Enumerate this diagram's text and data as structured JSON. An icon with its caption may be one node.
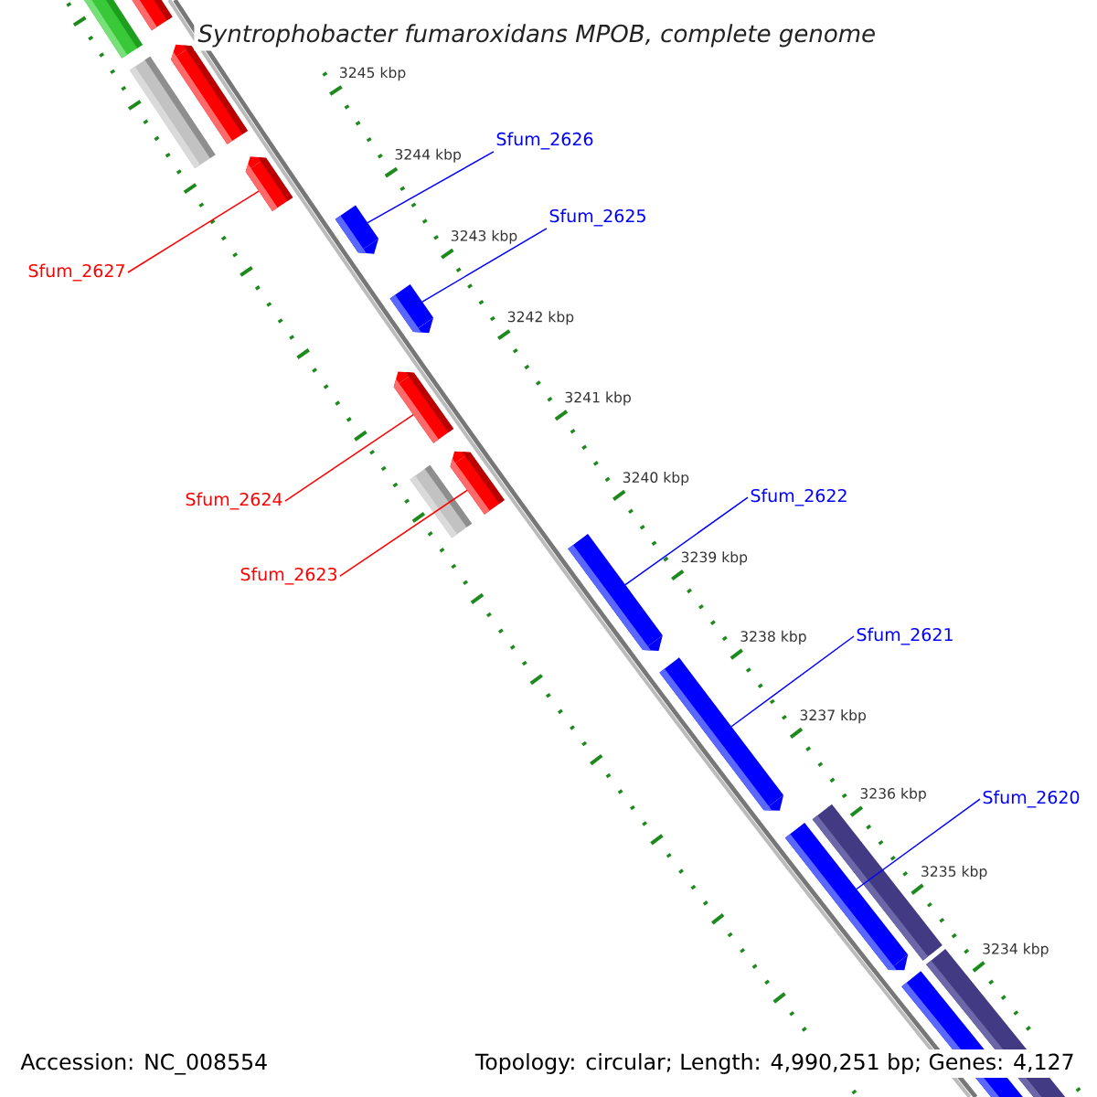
{
  "diagram": {
    "title": "Syntrophobacter fumaroxidans MPOB, complete genome",
    "nodes": [
      {
        "text": [
          "Sfum_2626"
        ]
      },
      {
        "text": [
          "Sfum_2625"
        ]
      },
      {
        "text": [
          "Sfum_2627"
        ]
      },
      {
        "text": [
          "Sfum_2622"
        ]
      },
      {
        "text": [
          "Sfum_2624"
        ]
      },
      {
        "text": [
          "Sfum_2623"
        ]
      },
      {
        "text": [
          "Sfum_2621"
        ]
      },
      {
        "text": [
          "Sfum_2620"
        ]
      },
      {
        "text": [],
        "shape": "bar"
      },
      {
        "text": [],
        "shape": "bar"
      },
      {
        "text": [],
        "shape": "bar"
      },
      {
        "text": [],
        "shape": "bar"
      },
      {
        "text": [],
        "shape": "bar"
      },
      {
        "text": [],
        "shape": "bar"
      },
      {
        "text": [],
        "shape": "bar"
      },
      {
        "text": [],
        "shape": "bar"
      }
    ],
    "edges": [
      {
        "from": 0,
        "to": 8,
        "arrow": "none"
      },
      {
        "from": 1,
        "to": 9,
        "arrow": "none"
      },
      {
        "from": 2,
        "to": 10,
        "arrow": "none",
        "color": "#ff0000"
      },
      {
        "from": 3,
        "to": 11,
        "arrow": "none"
      },
      {
        "from": 4,
        "to": 12,
        "arrow": "none",
        "color": "#ff0000"
      },
      {
        "from": 5,
        "to": 13,
        "arrow": "none",
        "color": "#ff0000"
      },
      {
        "from": 6,
        "to": 14,
        "arrow": "none"
      },
      {
        "from": 7,
        "to": 15,
        "arrow": "none"
      }
    ],
    "labels": [
      "3245 kbp",
      "3244 kbp",
      "3243 kbp",
      "3242 kbp",
      "3241 kbp",
      "3240 kbp",
      "3239 kbp",
      "3238 kbp",
      "3237 kbp",
      "3236 kbp",
      "3235 kbp",
      "3234 kbp",
      "Accession: NC_008554",
      "Topology: circular; Length: 4,990,251 bp; Genes: 4,127"
    ]
  }
}
